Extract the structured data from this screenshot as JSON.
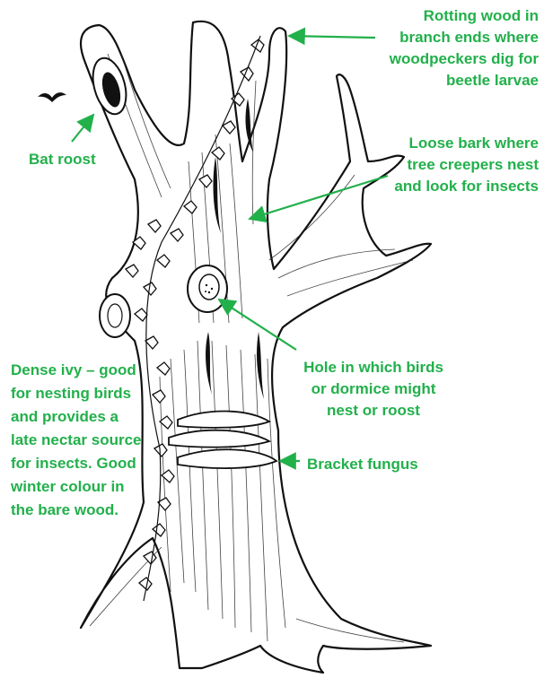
{
  "colors": {
    "label": "#22b04b",
    "ink": "#111111",
    "background": "#ffffff"
  },
  "labels": {
    "rotting_wood": [
      "Rotting wood in",
      "branch ends where",
      "woodpeckers dig for",
      "beetle larvae"
    ],
    "bat_roost": [
      "Bat roost"
    ],
    "loose_bark": [
      "Loose bark where",
      "tree creepers nest",
      "and look for insects"
    ],
    "hole": [
      "Hole in which birds",
      "or dormice might",
      "nest or roost"
    ],
    "dense_ivy": [
      "Dense ivy – good",
      "for nesting birds",
      "and provides a",
      "late nectar source",
      "for insects. Good",
      "winter colour in",
      "the bare wood."
    ],
    "bracket_fungus": [
      "Bracket fungus"
    ]
  }
}
